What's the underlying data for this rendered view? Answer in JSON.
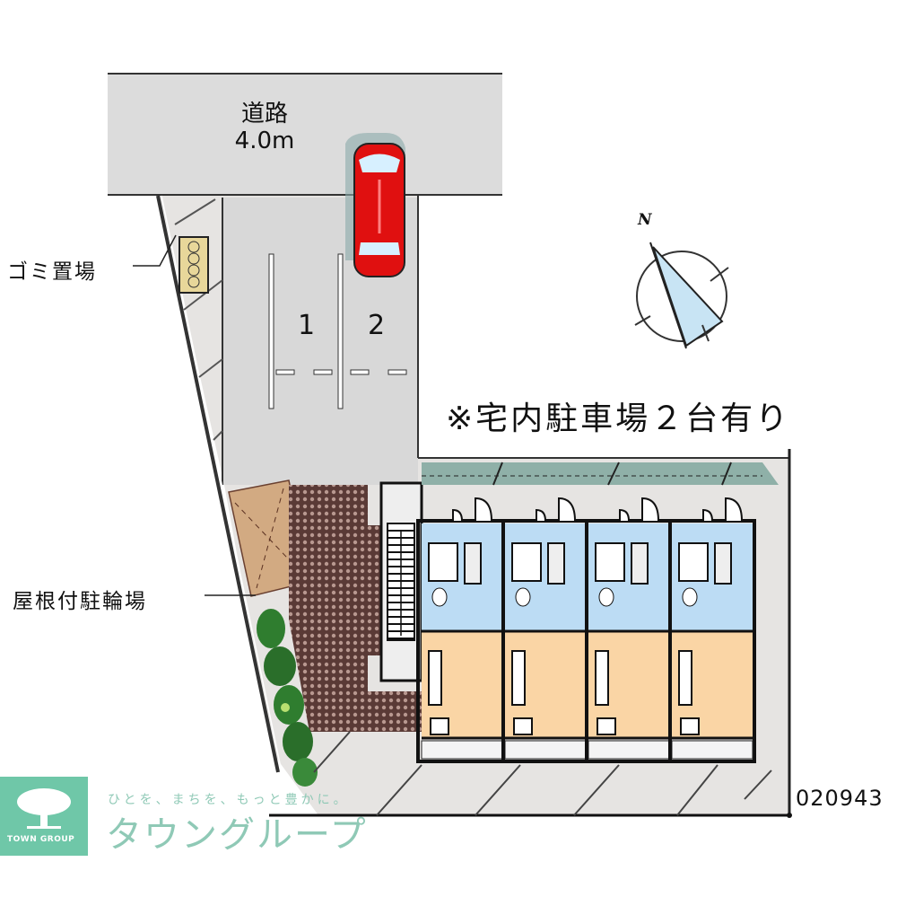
{
  "road": {
    "label": "道路",
    "width": "4.0m"
  },
  "labels": {
    "garbage": "ゴミ置場",
    "bicycle_parking": "屋根付駐輪場"
  },
  "parking": {
    "slots": [
      "1",
      "2"
    ],
    "note": "※宅内駐車場２台有り"
  },
  "compass": {
    "north_label": "N"
  },
  "property_code": "020943",
  "units": {
    "count": 4
  },
  "brand": {
    "logo_text": "TOWN GROUP",
    "tagline": "ひとを、まちを、もっと豊かに。",
    "name": "タウングループ"
  },
  "colors": {
    "road": "#dcdcdc",
    "ground": "#e6e4e2",
    "car": "#e01010",
    "wet_area": "#bcdcf4",
    "room": "#fad5a5",
    "bike_roof": "#d2aa82",
    "paving": "#6a4a45",
    "green": "#2f7d2f",
    "eave": "#7fa8a0",
    "logo": "#6fc7a8"
  }
}
